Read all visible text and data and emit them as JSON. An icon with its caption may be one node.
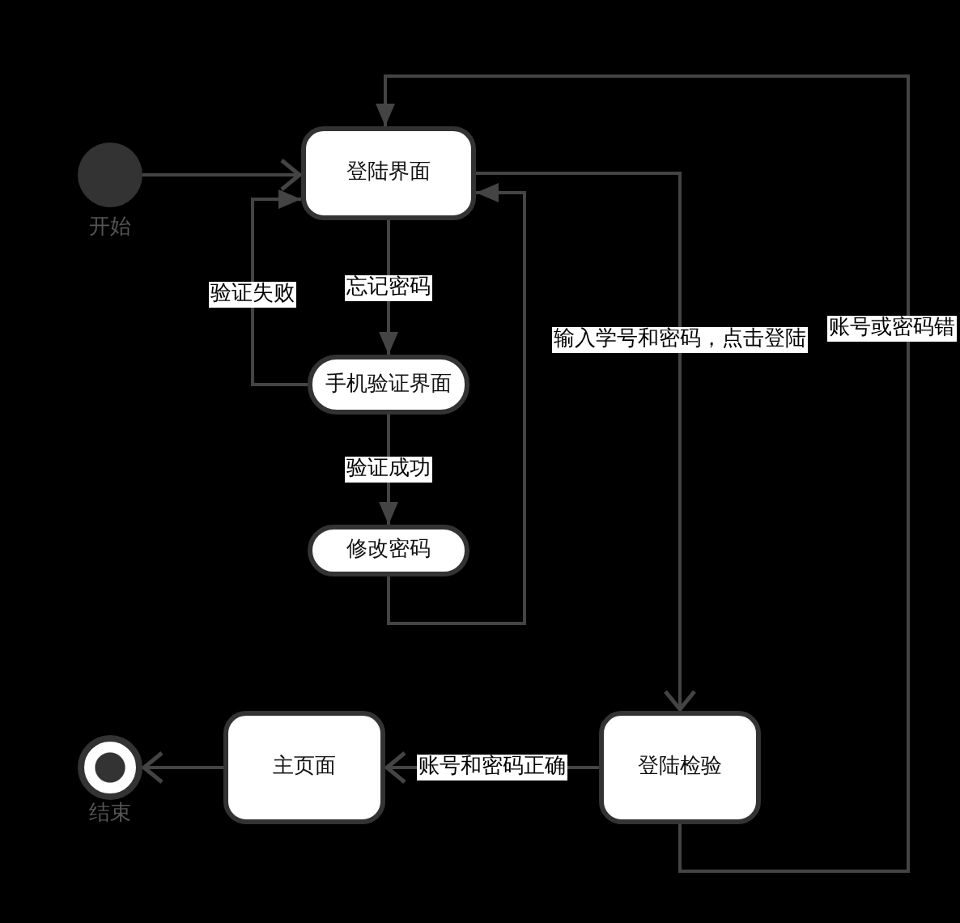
{
  "diagram": {
    "nodes": [
      {
        "text": [],
        "shape": "circle",
        "beside": [
          "开始"
        ]
      },
      {
        "text": [
          "登陆界面"
        ]
      },
      {
        "text": [
          "手机验证界面"
        ]
      },
      {
        "text": [
          "修改密码"
        ]
      },
      {
        "text": [],
        "shape": "bullseye",
        "beside": [
          "结束"
        ]
      },
      {
        "text": [
          "主页面"
        ]
      },
      {
        "text": [
          "登陆检验"
        ]
      }
    ],
    "edges": [
      {
        "from": 0,
        "to": 1,
        "arrow": "to"
      },
      {
        "from": 1,
        "to": 2,
        "arrow": "to",
        "label": "忘记密码"
      },
      {
        "from": 2,
        "to": 1,
        "arrow": "to",
        "label": "验证失败"
      },
      {
        "from": 2,
        "to": 3,
        "arrow": "to",
        "label": "验证成功"
      },
      {
        "from": 3,
        "to": 1,
        "arrow": "to"
      },
      {
        "from": 1,
        "to": 6,
        "arrow": "to",
        "label": "输入学号和密码，点击登陆"
      },
      {
        "from": 6,
        "to": 1,
        "arrow": "to",
        "label": "账号或密码错"
      },
      {
        "from": 6,
        "to": 5,
        "arrow": "to",
        "label": "账号和密码正确"
      },
      {
        "from": 5,
        "to": 4,
        "arrow": "to"
      }
    ]
  }
}
